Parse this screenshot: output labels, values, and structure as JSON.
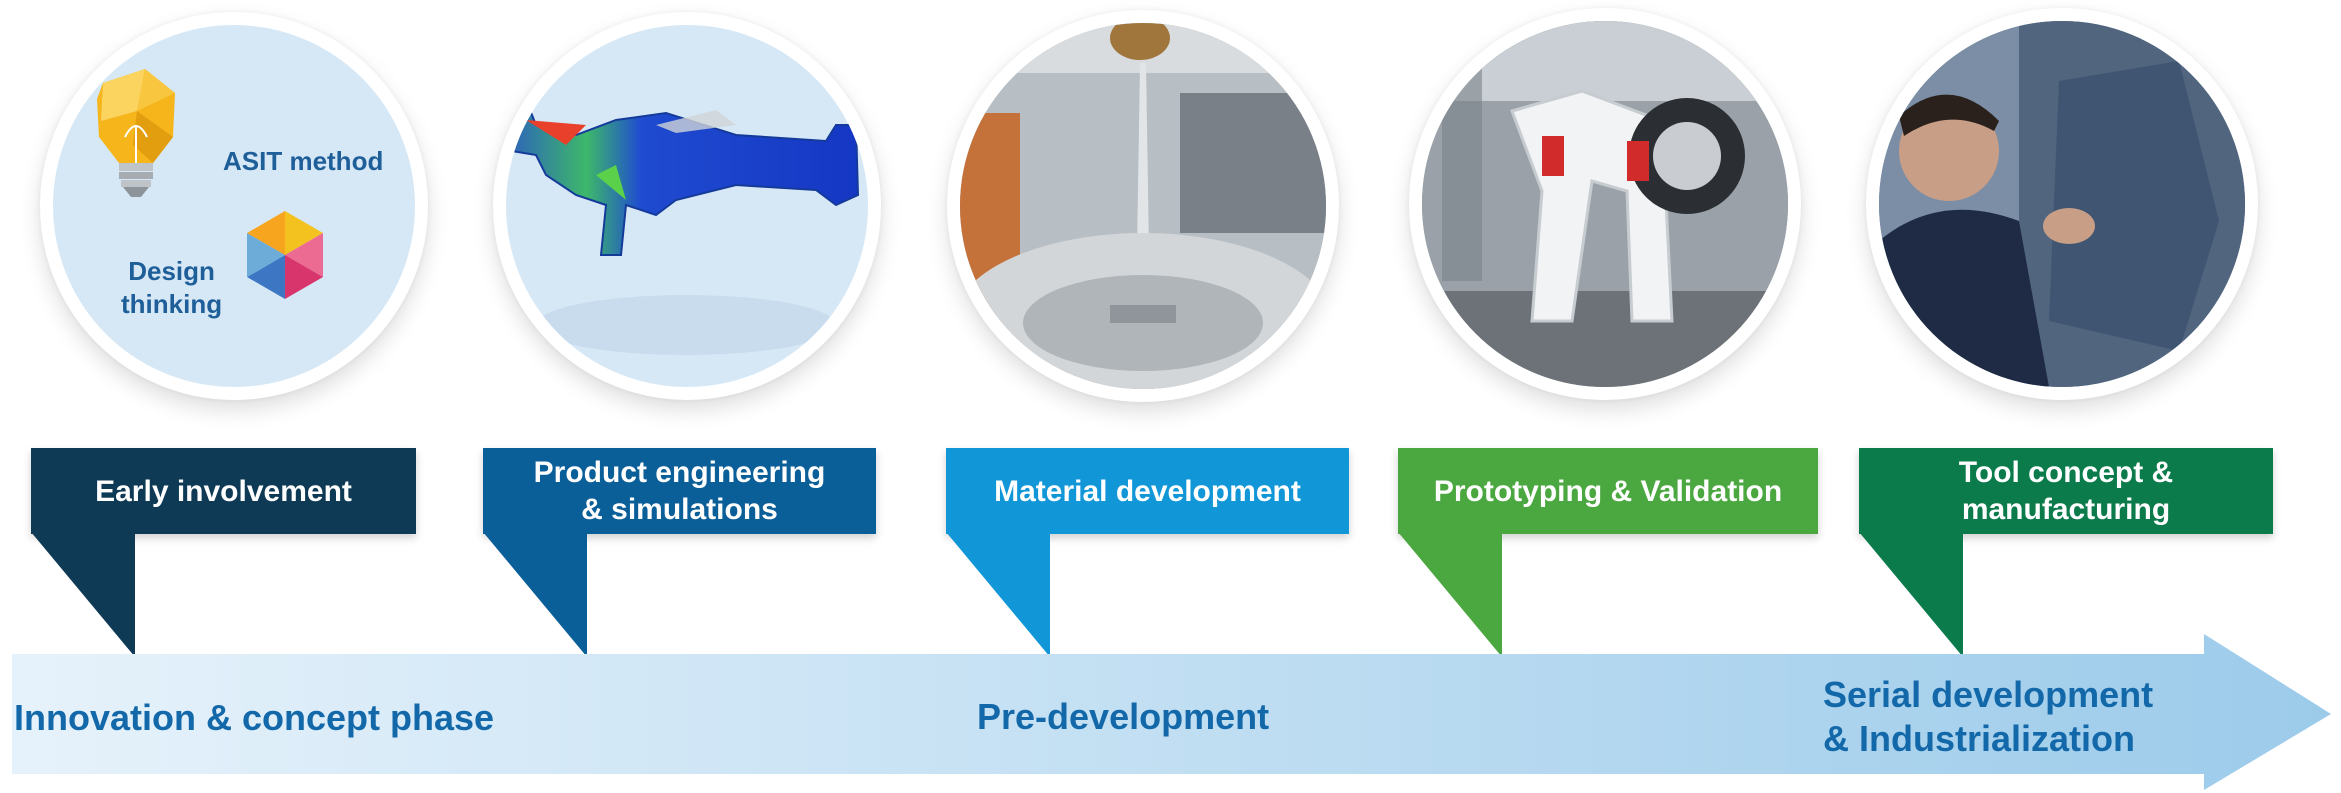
{
  "circle1": {
    "asit_label": "ASIT method",
    "design_line1": "Design",
    "design_line2": "thinking"
  },
  "stages": [
    {
      "label_line1": "Early involvement",
      "label_line2": "",
      "color": "#0e3a55"
    },
    {
      "label_line1": "Product engineering",
      "label_line2": "& simulations",
      "color": "#0b5f99"
    },
    {
      "label_line1": "Material development",
      "label_line2": "",
      "color": "#1197d8"
    },
    {
      "label_line1": "Prototyping & Validation",
      "label_line2": "",
      "color": "#4ba73f"
    },
    {
      "label_line1": "Tool concept &",
      "label_line2": "manufacturing",
      "color": "#0b7b4b"
    }
  ],
  "phases": [
    {
      "line1": "Innovation & concept phase",
      "line2": ""
    },
    {
      "line1": "Pre-development",
      "line2": ""
    },
    {
      "line1": "Serial development",
      "line2": "& Industrialization"
    }
  ],
  "icons": [
    "lightbulb-icon",
    "hexagon-icon"
  ],
  "colors": {
    "arrow_start": "#e6f2fb",
    "arrow_end": "#9ccbea",
    "phase_text": "#1268a8"
  }
}
